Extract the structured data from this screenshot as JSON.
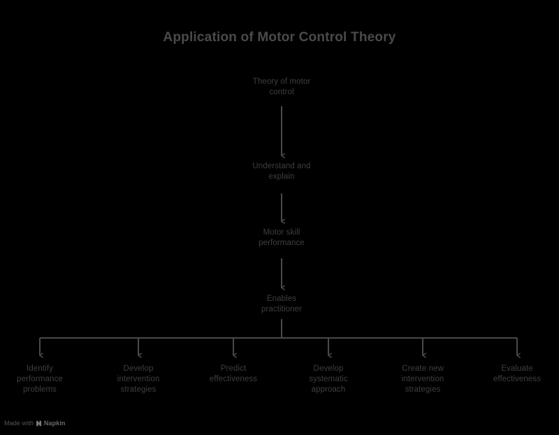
{
  "diagram": {
    "title": "Application of Motor Control Theory",
    "type": "flowchart",
    "background_color": "#000000",
    "text_color": "#3f3f3f",
    "title_color": "#4a4a4a",
    "connector_color": "#4a4a4a",
    "chain": [
      {
        "id": "theory-of-motor-control",
        "lines": [
          "Theory of motor",
          "control"
        ],
        "text": "Theory of motor control"
      },
      {
        "id": "understand-and-explain",
        "lines": [
          "Understand and",
          "explain"
        ],
        "text": "Understand and explain"
      },
      {
        "id": "motor-skill-performance",
        "lines": [
          "Motor skill",
          "performance"
        ],
        "text": "Motor skill performance"
      },
      {
        "id": "enables-practitioner",
        "lines": [
          "Enables",
          "practitioner"
        ],
        "text": "Enables practitioner"
      }
    ],
    "branches": [
      {
        "id": "identify-performance-problems",
        "lines": [
          "Identify",
          "performance",
          "problems"
        ],
        "text": "Identify performance problems"
      },
      {
        "id": "develop-intervention-strategies",
        "lines": [
          "Develop",
          "intervention",
          "strategies"
        ],
        "text": "Develop intervention strategies"
      },
      {
        "id": "predict-effectiveness",
        "lines": [
          "Predict",
          "effectiveness"
        ],
        "text": "Predict effectiveness"
      },
      {
        "id": "develop-systematic-approach",
        "lines": [
          "Develop",
          "systematic",
          "approach"
        ],
        "text": "Develop systematic approach"
      },
      {
        "id": "create-new-intervention-strategies",
        "lines": [
          "Create new",
          "intervention",
          "strategies"
        ],
        "text": "Create new intervention strategies"
      },
      {
        "id": "evaluate-effectiveness",
        "lines": [
          "Evaluate",
          "effectiveness"
        ],
        "text": "Evaluate effectiveness"
      }
    ]
  },
  "watermark": {
    "prefix": "Made with",
    "brand": "Napkin"
  }
}
